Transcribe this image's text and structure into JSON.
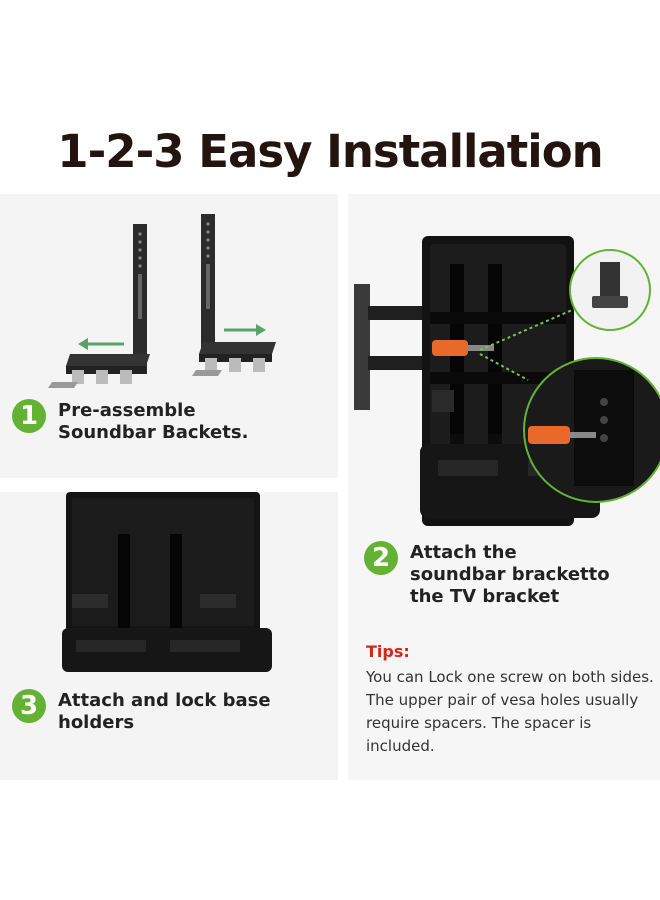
{
  "header": {
    "title": "1-2-3  Easy Installation"
  },
  "steps": [
    {
      "number": "1",
      "text_line1": "Pre-assemble",
      "text_line2": "Soundbar Backets."
    },
    {
      "number": "2",
      "text_line1": "Attach the",
      "text_line2": "soundbar bracketto",
      "text_line3": "the TV bracket"
    },
    {
      "number": "3",
      "text_line1": "Attach and lock base",
      "text_line2": "holders"
    }
  ],
  "tips": {
    "label": "Tips:",
    "body": "You can Lock one screw on both sides. The upper pair of vesa holes usually require spacers. The spacer is included."
  },
  "colors": {
    "accent_green": "#63b233",
    "tips_red": "#d4261b",
    "title_dark": "#231410",
    "screwdriver_orange": "#e8692a"
  }
}
